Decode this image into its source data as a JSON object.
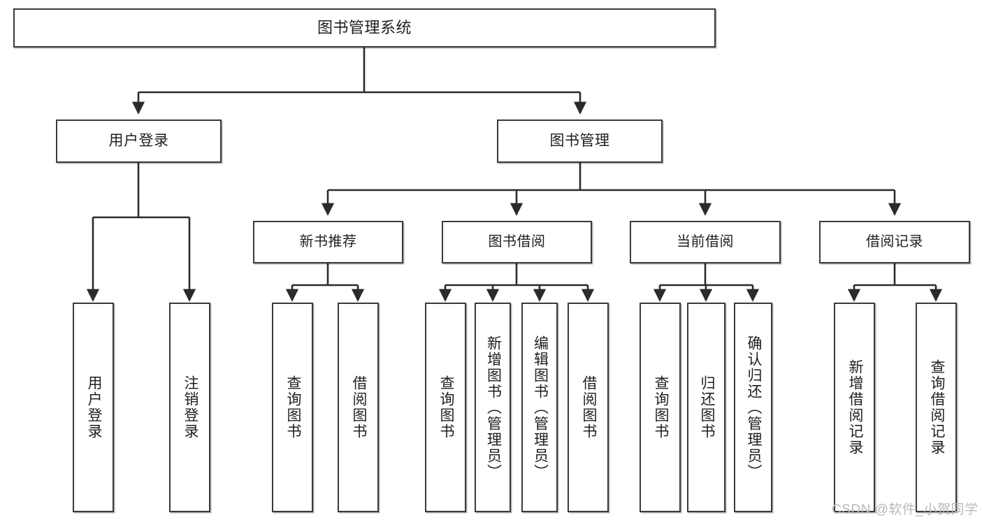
{
  "diagram": {
    "type": "tree",
    "title": "图书管理系统",
    "watermark": "CSDN @软件_小贺同学",
    "colors": {
      "box_border": "#3a3a3a",
      "box_fill": "#ffffff",
      "connector": "#2b2b2b",
      "text": "#1f1f1f",
      "watermark": "#b9b9b9"
    },
    "root": {
      "label": "图书管理系统"
    },
    "level2": [
      {
        "id": "user-login",
        "label": "用户登录"
      },
      {
        "id": "book-manage",
        "label": "图书管理"
      }
    ],
    "level3": [
      {
        "id": "new-book-rec",
        "label": "新书推荐"
      },
      {
        "id": "book-borrow",
        "label": "图书借阅"
      },
      {
        "id": "current-borrow",
        "label": "当前借阅"
      },
      {
        "id": "borrow-record",
        "label": "借阅记录"
      }
    ],
    "leaves": [
      {
        "id": "leaf-user-login",
        "parent": "user-login",
        "label": "用户登录"
      },
      {
        "id": "leaf-logout",
        "parent": "user-login",
        "label": "注销登录"
      },
      {
        "id": "leaf-query-book-1",
        "parent": "new-book-rec",
        "label": "查询图书"
      },
      {
        "id": "leaf-borrow-book-1",
        "parent": "new-book-rec",
        "label": "借阅图书"
      },
      {
        "id": "leaf-query-book-2",
        "parent": "book-borrow",
        "label": "查询图书"
      },
      {
        "id": "leaf-add-book",
        "parent": "book-borrow",
        "label": "新增图书（管理员）"
      },
      {
        "id": "leaf-edit-book",
        "parent": "book-borrow",
        "label": "编辑图书（管理员）"
      },
      {
        "id": "leaf-borrow-book-2",
        "parent": "book-borrow",
        "label": "借阅图书"
      },
      {
        "id": "leaf-query-book-3",
        "parent": "current-borrow",
        "label": "查询图书"
      },
      {
        "id": "leaf-return-book",
        "parent": "current-borrow",
        "label": "归还图书"
      },
      {
        "id": "leaf-confirm-return",
        "parent": "current-borrow",
        "label": "确认归还（管理员）"
      },
      {
        "id": "leaf-add-record",
        "parent": "borrow-record",
        "label": "新增借阅记录"
      },
      {
        "id": "leaf-query-record",
        "parent": "borrow-record",
        "label": "查询借阅记录"
      }
    ]
  }
}
